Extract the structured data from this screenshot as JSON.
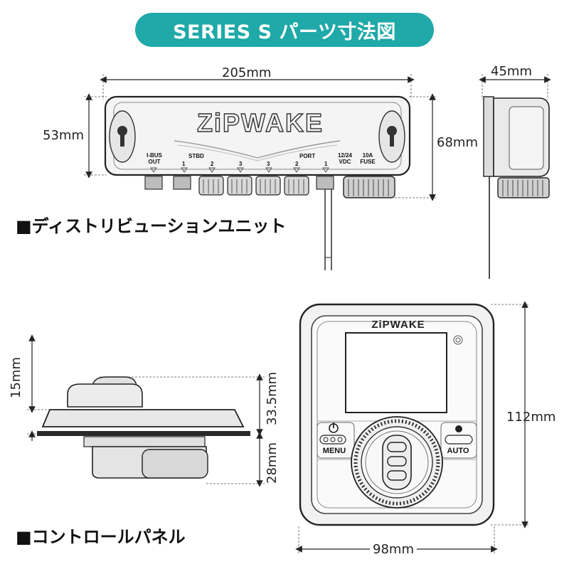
{
  "title": "SERIES S パーツ寸法図",
  "distribution_unit": {
    "label": "■ディストリビューションユニット",
    "width": "205mm",
    "height_body": "53mm",
    "height_total": "68mm",
    "depth": "45mm",
    "brand": "ZiPWAKE",
    "ports": {
      "ibus": "I-BUS",
      "out": "OUT",
      "stbd": "STBD",
      "port": "PORT",
      "n1": "1",
      "n2": "2",
      "n3": "3",
      "vdc_top": "12/24",
      "vdc_bottom": "VDC",
      "fuse_top": "10A",
      "fuse_bottom": "FUSE"
    }
  },
  "control_panel": {
    "label": "■コントロールパネル",
    "dim_15": "15mm",
    "dim_33_5": "33.5mm",
    "dim_28": "28mm",
    "dim_112": "112mm",
    "dim_98": "98mm",
    "brand": "ZiPWAKE",
    "menu": "MENU",
    "auto": "AUTO"
  }
}
